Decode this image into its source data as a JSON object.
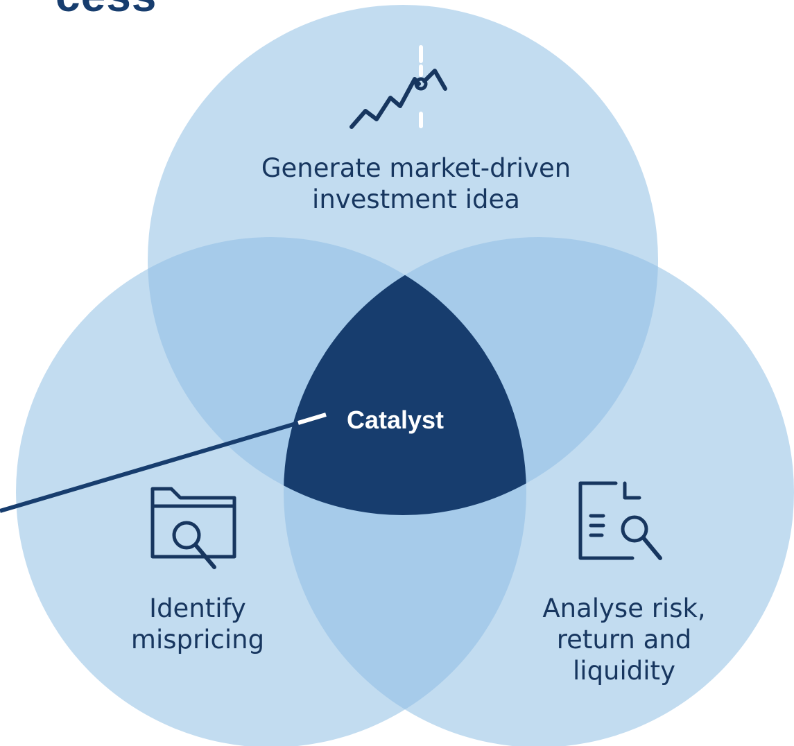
{
  "title_fragment": "cess",
  "colors": {
    "circle": "#c2dcf0",
    "pair_overlap": "#a6cbea",
    "center": "#173d6e",
    "text": "#17365f",
    "center_text": "#ffffff"
  },
  "diagram": {
    "type": "venn",
    "center_label": "Catalyst",
    "sets": [
      {
        "id": "top",
        "label": "Generate market-driven\ninvestment idea",
        "icon": "rising-chart-icon"
      },
      {
        "id": "left",
        "label": "Identify\nmispricing",
        "icon": "folder-search-icon"
      },
      {
        "id": "right",
        "label": "Analyse risk,\nreturn and\nliquidity",
        "icon": "document-search-icon"
      }
    ]
  }
}
